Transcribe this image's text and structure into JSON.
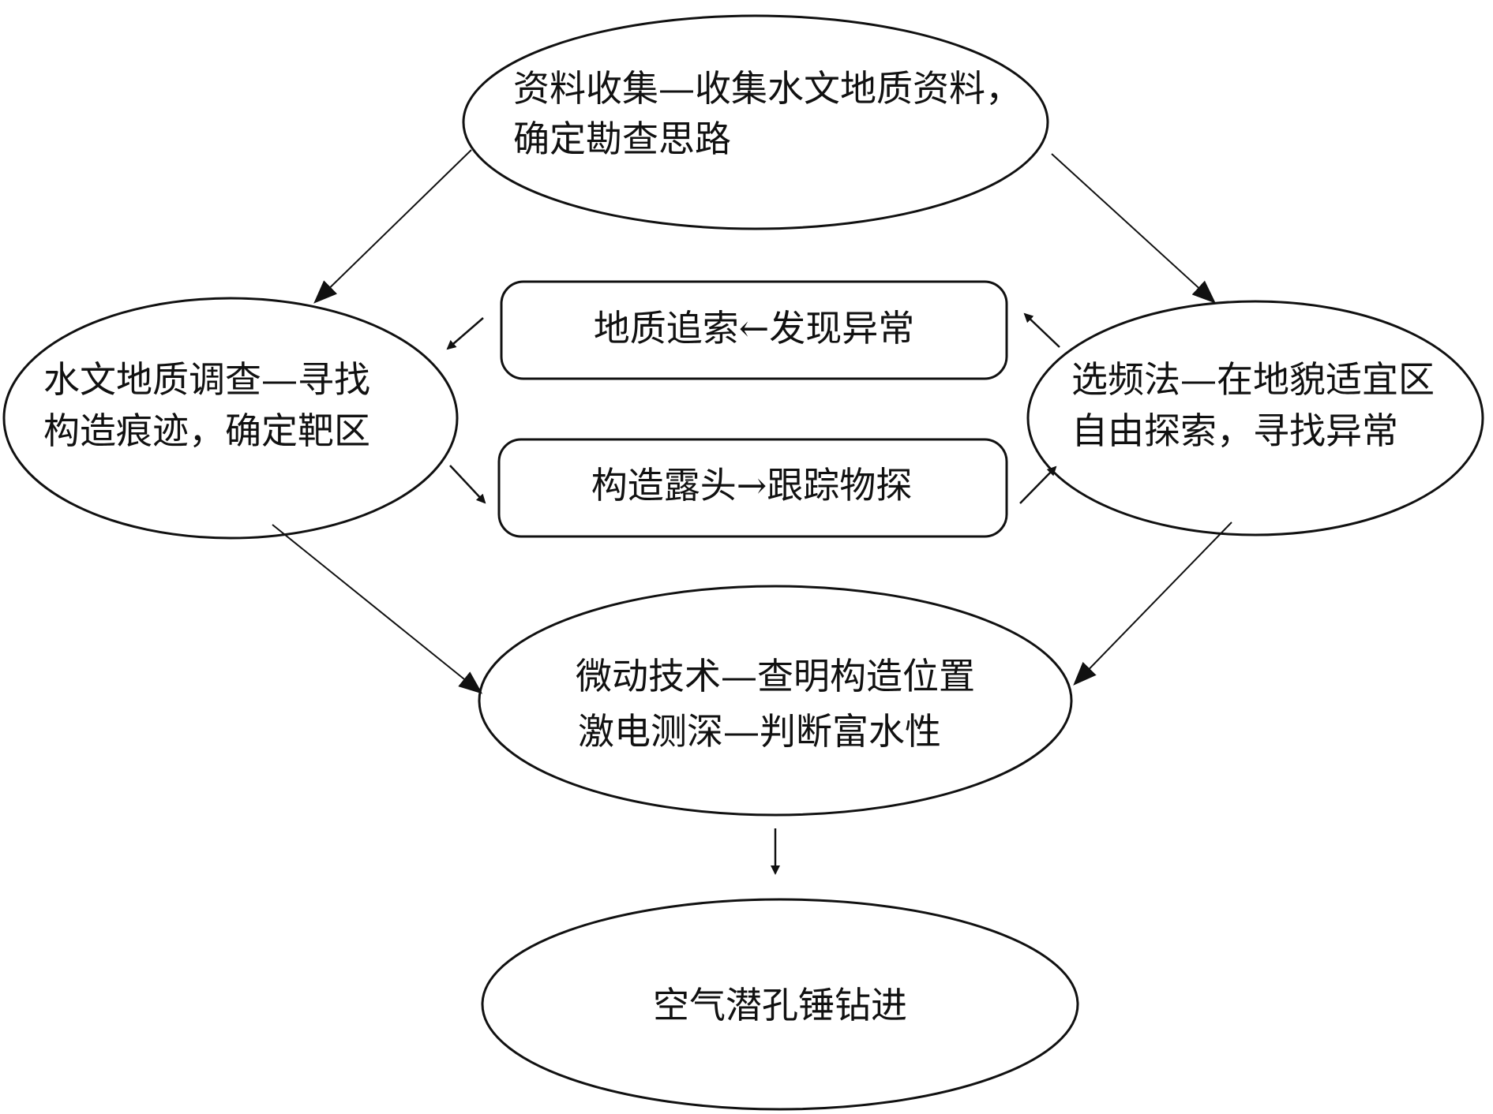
{
  "nodes": {
    "data_collection": {
      "line1": "资料收集—收集水文地质资料，",
      "line2": "确定勘查思路"
    },
    "hydro_survey": {
      "line1": "水文地质调查—寻找",
      "line2": "构造痕迹，确定靶区"
    },
    "frequency_method": {
      "line1": "选频法—在地貌适宜区",
      "line2": "自由探索，寻找异常"
    },
    "geo_trace": {
      "label": "地质追索←发现异常"
    },
    "outcrop_tracking": {
      "label": "构造露头→跟踪物探"
    },
    "microtremor": {
      "line1": "微动技术—查明构造位置",
      "line2": "激电测深—判断富水性"
    },
    "drilling": {
      "label": "空气潜孔锤钻进"
    }
  }
}
